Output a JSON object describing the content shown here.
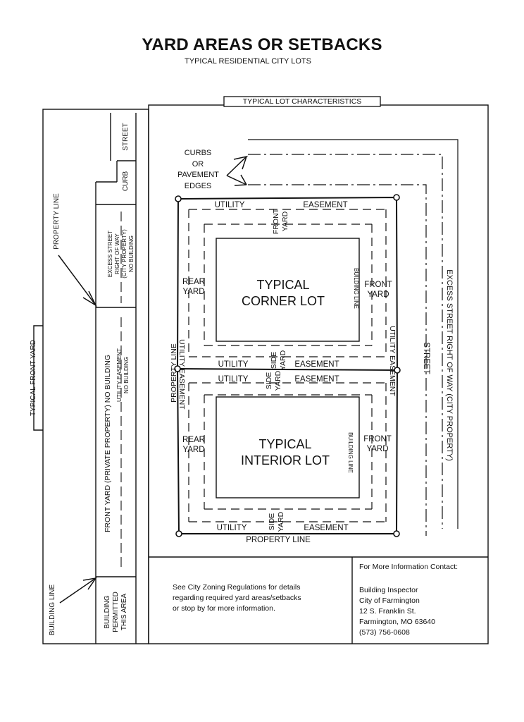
{
  "header": {
    "title": "YARD AREAS OR SETBACKS",
    "subtitle": "TYPICAL RESIDENTIAL CITY LOTS"
  },
  "panel_title": "TYPICAL LOT CHARACTERISTICS",
  "left_strip": {
    "typical_front_yard": "TYPICAL FRONT YARD",
    "property_line": "PROPERTY LINE",
    "building_line": "BUILDING LINE",
    "street": "STREET",
    "curb": "CURB",
    "excess_row": [
      "EXCESS STREET",
      "RIGHT OF WAY",
      "(CITY PROPERTY)",
      "NO BUILDING"
    ],
    "front_yard_private": "FRONT YARD (PRIVATE PROPERTY) NO BUILDING",
    "utility_easement": [
      "UTILITY EASEMENT",
      "NO BUILDING"
    ],
    "building_permitted": [
      "BUILDING",
      "PERMITTED",
      "THIS AREA"
    ]
  },
  "diagram": {
    "curbs_label": [
      "CURBS",
      "OR",
      "PAVEMENT",
      "EDGES"
    ],
    "corner_lot": {
      "name": [
        "TYPICAL",
        "CORNER LOT"
      ],
      "rear_yard": [
        "REAR",
        "YARD"
      ],
      "front_yard_right": [
        "FRONT",
        "YARD"
      ],
      "front_yard_top": [
        "FRONT",
        "YARD"
      ],
      "utility": "UTILITY",
      "easement": "EASEMENT",
      "building_line": "BUILDING LINE",
      "side_yard": [
        "SIDE",
        "YARD"
      ]
    },
    "interior_lot": {
      "name": [
        "TYPICAL",
        "INTERIOR LOT"
      ],
      "rear_yard": [
        "REAR",
        "YARD"
      ],
      "front_yard": [
        "FRONT",
        "YARD"
      ],
      "utility": "UTILITY",
      "easement": "EASEMENT",
      "building_line": "BUILDING LINE",
      "side_yard": [
        "SIDE",
        "YARD"
      ]
    },
    "property_line_left": "PROPERTY LINE",
    "property_line_bottom": "PROPERTY LINE",
    "utility_easement_left": "UTILITY EASEMENT",
    "utility_easement_right": "UTILITY EASEMENT",
    "street": "STREET",
    "excess_row_long": "EXCESS STREET RIGHT OF WAY (CITY PROPERTY)"
  },
  "footer": {
    "zoning_note": [
      "See City Zoning Regulations for details",
      "regarding required yard areas/setbacks",
      "or stop by for more information."
    ],
    "contact_heading": "For More Information Contact:",
    "contact_lines": [
      "Building Inspector",
      "City of Farmington",
      "12 S. Franklin St.",
      "Farmington, MO  63640",
      "(573) 756-0608"
    ]
  }
}
